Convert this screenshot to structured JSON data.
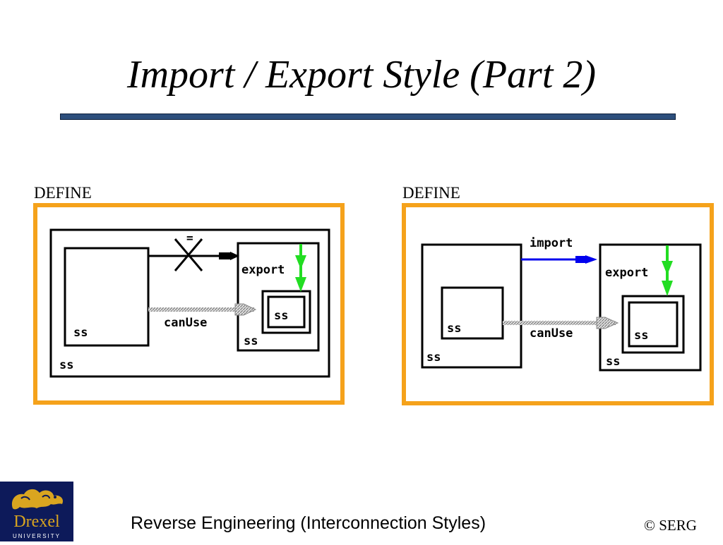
{
  "slide": {
    "title": "Import / Export Style (Part 2)",
    "footer": "Reverse Engineering (Interconnection Styles)",
    "copyright": "© SERG"
  },
  "logo": {
    "name": "Drexel",
    "subtitle": "UNIVERSITY"
  },
  "left_diagram": {
    "heading": "DEFINE",
    "equals_mark": "=",
    "export_label": "export",
    "canuse_label": "canUse",
    "ss_inner": "ss",
    "ss_left": "ss",
    "ss_right": "ss",
    "ss_outer": "ss"
  },
  "right_diagram": {
    "heading": "DEFINE",
    "import_label": "import",
    "export_label": "export",
    "canuse_label": "canUse",
    "ss_left_inner": "ss",
    "ss_left": "ss",
    "ss_inner": "ss",
    "ss_right": "ss"
  },
  "colors": {
    "frame": "#f5a21b",
    "rule": "#2d4f7c",
    "import_arrow": "#0000ee",
    "export_arrow": "#22dd22",
    "canuse_line": "#999999"
  }
}
